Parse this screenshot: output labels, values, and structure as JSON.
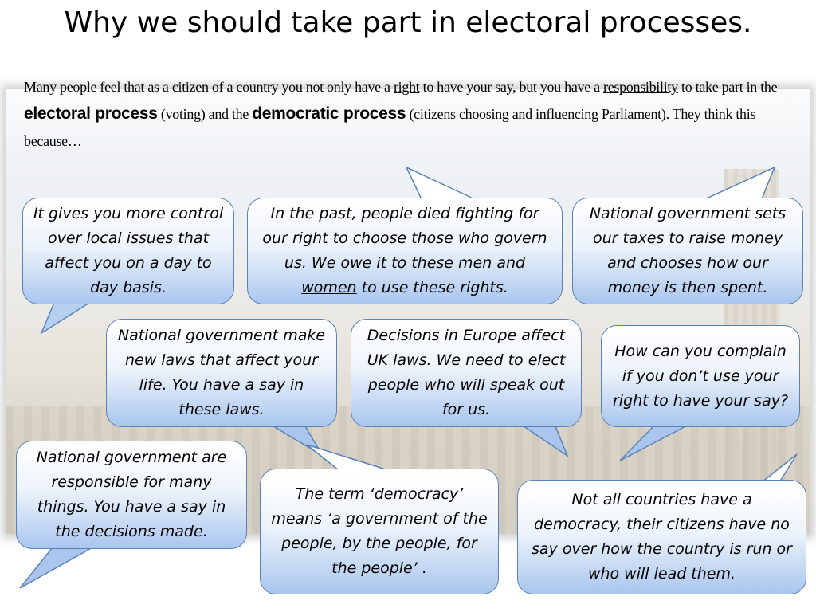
{
  "title": "Why we should take part in electoral processes.",
  "intro": {
    "t1": "Many people feel that as a citizen of a country you not only have a ",
    "right": "right",
    "t2": " to have your say, but you have a ",
    "responsibility": "responsibility",
    "t3": " to take part in the ",
    "electoral": "electoral process",
    "t4": " (voting) and the ",
    "democratic": "democratic process",
    "t5": " (citizens choosing and influencing Parliament). They think this because…"
  },
  "bubbles": {
    "b1": "It gives you more control over local issues that affect you on a day to day basis.",
    "b2": {
      "t1": "In the past, people died fighting for our right to choose those who govern us. We owe it to these ",
      "men": "men",
      "t2": " and ",
      "women": "women",
      "t3": " to use these rights."
    },
    "b3": "National government sets our taxes to raise money and chooses how our money is then spent.",
    "b4": "National government make new laws that affect your life. You have a say in these laws.",
    "b5": "Decisions in Europe affect UK laws. We need to elect people who will speak out for us.",
    "b6": "How can you complain if you don’t use your right to have your say?",
    "b7": "National government are responsible for many things. You have a say in the decisions made.",
    "b8": "The term ‘democracy’ means ‘a government of the people, by the people, for the people’ .",
    "b9": "Not all countries have a democracy, their citizens have no say over how the country is run or who will lead them."
  },
  "colors": {
    "bubble_border": "#5b82b6",
    "bubble_fill_top": "#ffffff",
    "bubble_fill_bottom": "#a9c6ee"
  }
}
